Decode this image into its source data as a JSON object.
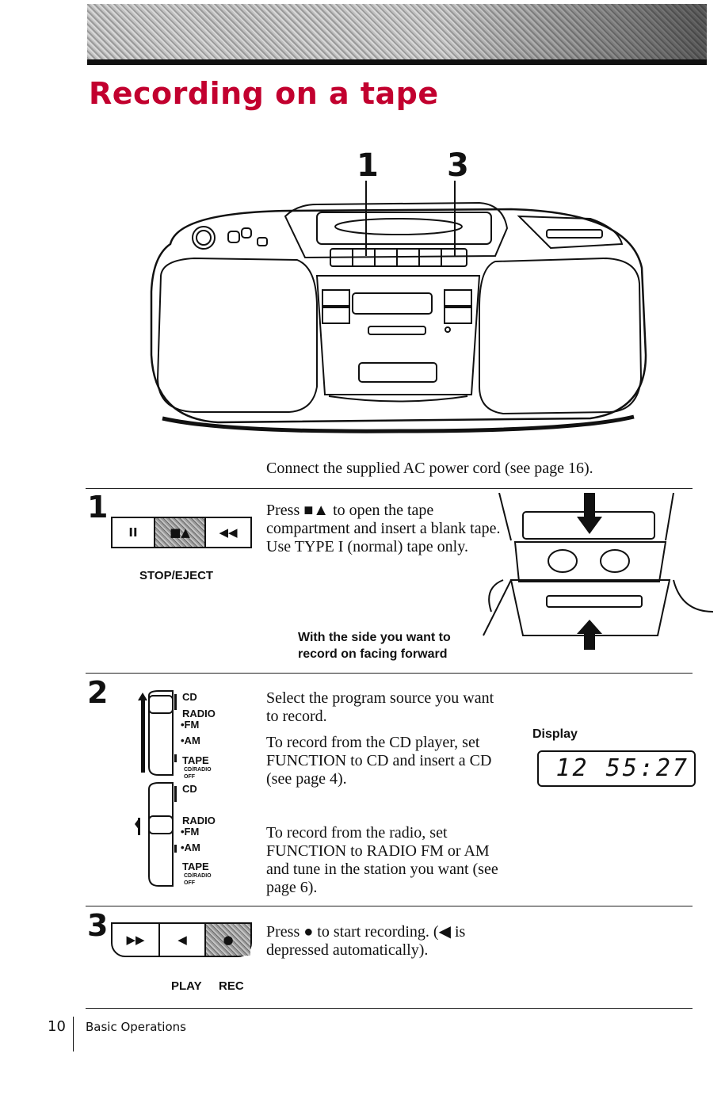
{
  "page": {
    "title": "Recording on a tape",
    "footer_page_number": "10",
    "footer_section": "Basic Operations"
  },
  "illustration": {
    "callout_1": "1",
    "callout_3": "3",
    "caption": "Connect the supplied AC power cord (see page 16)."
  },
  "step1": {
    "number": "1",
    "buttons": [
      "II",
      "■▲",
      "◀◀"
    ],
    "button_label": "STOP/EJECT",
    "text": "Press ■▲ to open the tape compartment and insert a blank tape. Use TYPE I (normal) tape only.",
    "cassette_note_line1": "With the side you want to",
    "cassette_note_line2": "record on facing forward"
  },
  "step2": {
    "number": "2",
    "switch_labels": {
      "cd": "CD",
      "radio": "RADIO",
      "fm": "•FM",
      "am": "•AM",
      "tape": "TAPE",
      "cdradio": "CD/RADIO",
      "off": "OFF"
    },
    "text_a": "Select the program source you want to record.",
    "text_b": "To record from the CD player, set FUNCTION to CD and insert a CD (see page 4).",
    "text_c": "To record from the radio, set FUNCTION to RADIO FM or AM and tune in the station you want (see page 6).",
    "display_label": "Display",
    "display_value": "12 55:27"
  },
  "step3": {
    "number": "3",
    "buttons": [
      "▶▶",
      "◀",
      "●"
    ],
    "label_play": "PLAY",
    "label_rec": "REC",
    "text": "Press ● to start recording. (◀ is depressed automatically)."
  }
}
